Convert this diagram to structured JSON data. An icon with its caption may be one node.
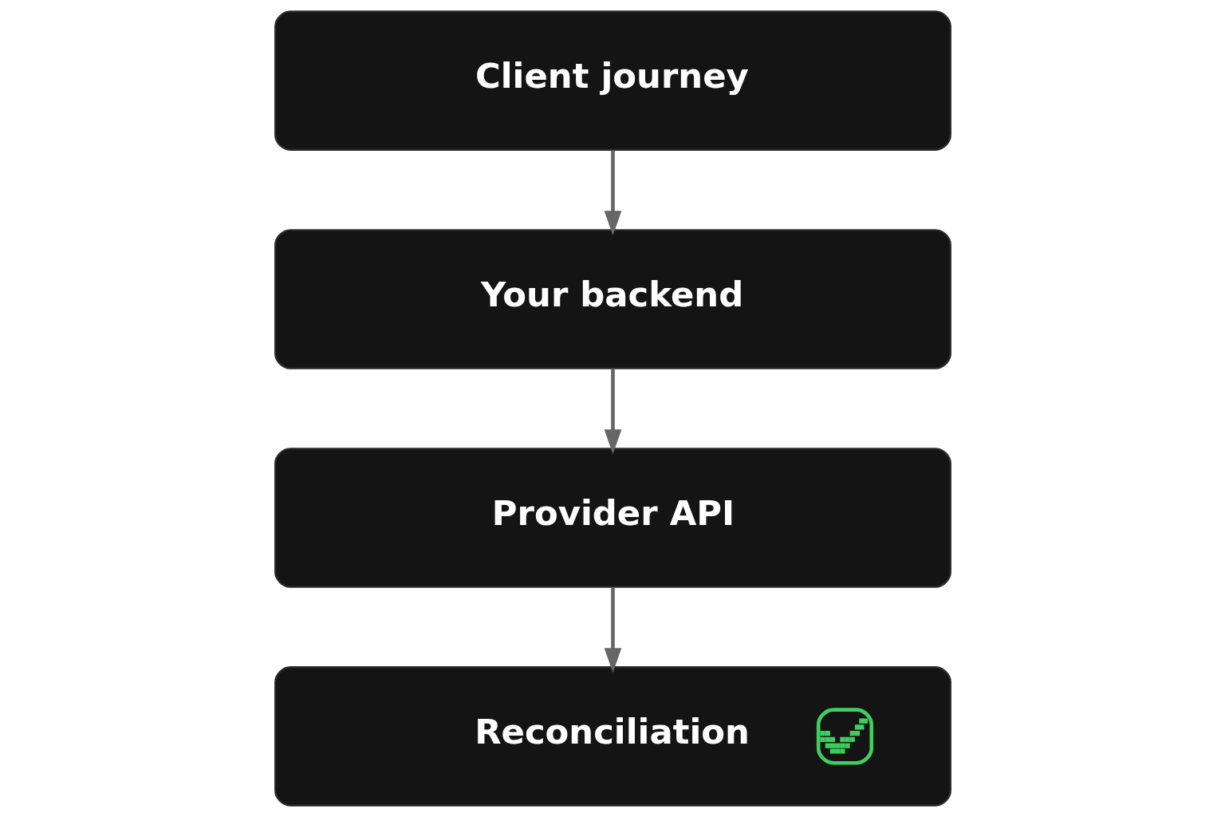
{
  "diagram": {
    "nodes": [
      {
        "text": [
          "Client journey"
        ]
      },
      {
        "text": [
          "Your backend"
        ]
      },
      {
        "text": [
          "Provider API"
        ]
      },
      {
        "text": [
          "Reconciliation"
        ]
      }
    ],
    "edges": [
      {
        "from": 0,
        "to": 1,
        "arrow": "to"
      },
      {
        "from": 1,
        "to": 2,
        "arrow": "to"
      },
      {
        "from": 2,
        "to": 3,
        "arrow": "to"
      }
    ]
  }
}
